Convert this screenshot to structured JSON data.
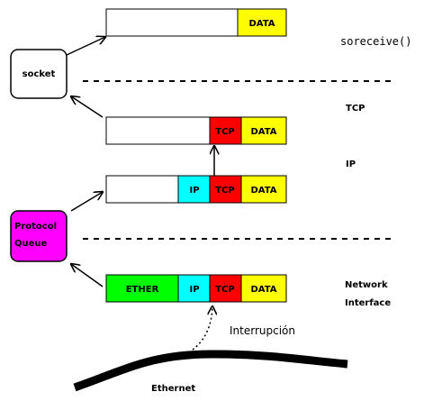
{
  "labels": {
    "soreceive": "soreceive()",
    "tcp_layer": "TCP",
    "ip_layer": "IP",
    "network": "Network",
    "interface": "Interface",
    "socket": "socket",
    "protocol": "Protocol",
    "queue": "Queue",
    "interrupcion": "Interrupción",
    "ethernet": "Ethernet"
  },
  "segments": {
    "data": "DATA",
    "tcp": "TCP",
    "ip": "IP",
    "ether": "ETHER"
  },
  "colors": {
    "data": "#ffff00",
    "tcp": "#ff0000",
    "ip": "#00ffff",
    "ether": "#00ff00",
    "protocol_queue": "#ff00ff"
  }
}
